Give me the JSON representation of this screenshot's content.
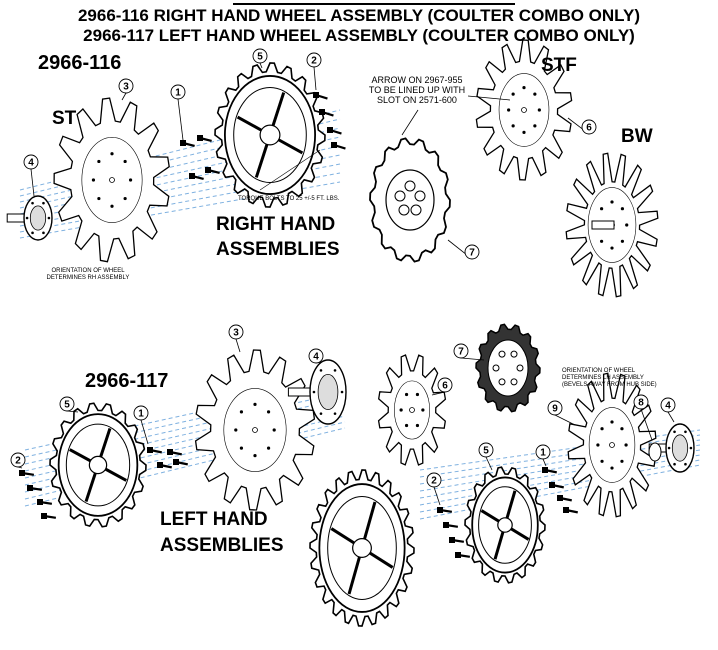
{
  "title_line1": "2966-116 RIGHT HAND WHEEL ASSEMBLY (COULTER COMBO ONLY)",
  "title_line2": "2966-117 LEFT HAND WHEEL ASSEMBLY (COULTER COMBO ONLY)",
  "right": {
    "part_number": "2966-116",
    "label_st": "ST",
    "label_stf": "STF",
    "label_bw": "BW",
    "assembly_line1": "RIGHT HAND",
    "assembly_line2": "ASSEMBLIES",
    "torque_note": "TORQUE BOLTS TO 25 +/-5 FT. LBS.",
    "orientation_note": "ORIENTATION OF WHEEL DETERMINES RH ASSEMBLY",
    "arrow_note_1": "ARROW ON 2967-955",
    "arrow_note_2": "TO BE LINED UP WITH",
    "arrow_note_3": "SLOT ON 2571-600",
    "callouts": [
      "4",
      "3",
      "1",
      "5",
      "2",
      "6",
      "7"
    ]
  },
  "left": {
    "part_number": "2966-117",
    "assembly_line1": "LEFT HAND",
    "assembly_line2": "ASSEMBLIES",
    "orientation_note": "ORIENTATION OF WHEEL DETERMINES LH ASSEMBLY (BEVELS AWAY FROM HUB SIDE)",
    "callouts": [
      "3",
      "4",
      "5",
      "1",
      "2",
      "6",
      "7",
      "9",
      "8",
      "4",
      "5",
      "1",
      "2"
    ]
  },
  "colors": {
    "ink": "#000000",
    "axis_dash": "#7fb1e0",
    "paper": "#ffffff"
  }
}
